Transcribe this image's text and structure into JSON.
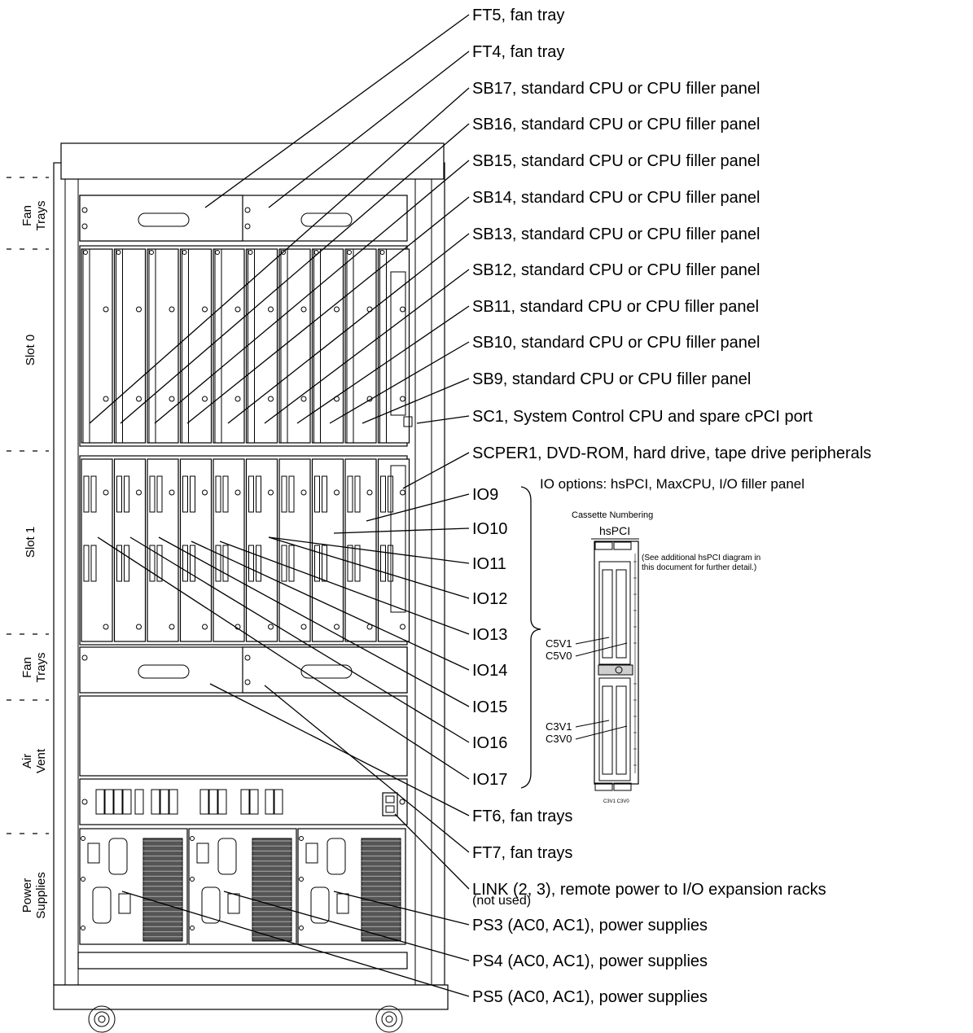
{
  "side_labels": {
    "fan_trays_top": [
      "Fan",
      "Trays"
    ],
    "slot0": "Slot 0",
    "slot1": "Slot 1",
    "fan_trays_bottom": [
      "Fan",
      "Trays"
    ],
    "air_vent": [
      "Air",
      "Vent"
    ],
    "power_supplies": [
      "Power",
      "Supplies"
    ]
  },
  "callouts": [
    "FT5, fan tray",
    "FT4, fan tray",
    "SB17, standard CPU or CPU filler panel",
    "SB16, standard CPU or CPU filler panel",
    "SB15, standard CPU or CPU filler panel",
    "SB14, standard CPU or CPU filler panel",
    "SB13, standard CPU or CPU filler panel",
    "SB12, standard CPU or CPU filler panel",
    "SB11, standard CPU or CPU filler panel",
    "SB10, standard CPU or CPU filler panel",
    "SB9, standard CPU or CPU filler panel",
    "SC1, System Control CPU and spare cPCI port",
    "SCPER1, DVD-ROM, hard drive, tape drive peripherals",
    "IO9",
    "IO10",
    "IO11",
    "IO12",
    "IO13",
    "IO14",
    "IO15",
    "IO16",
    "IO17",
    "FT6, fan trays",
    "FT7, fan trays",
    "LINK (2, 3), remote power to I/O expansion racks",
    "(not used)",
    "PS3 (AC0, AC1), power supplies",
    "PS4 (AC0, AC1), power supplies",
    "PS5 (AC0, AC1), power supplies"
  ],
  "io_options": "IO options: hsPCI, MaxCPU, I/O filler panel",
  "cassette": {
    "title": "Cassette Numbering",
    "header": "hsPCI",
    "note_line1": "(See additional hsPCI diagram in",
    "note_line2": "this document for further detail.)",
    "top_tags": [
      "C5V1",
      "C5V0"
    ],
    "labels": [
      "C5V1",
      "C5V0",
      "C3V1",
      "C3V0"
    ],
    "bottom_tags": [
      "C3V1",
      "C3V0"
    ],
    "bottom_small": "C3V1 C3V0"
  }
}
